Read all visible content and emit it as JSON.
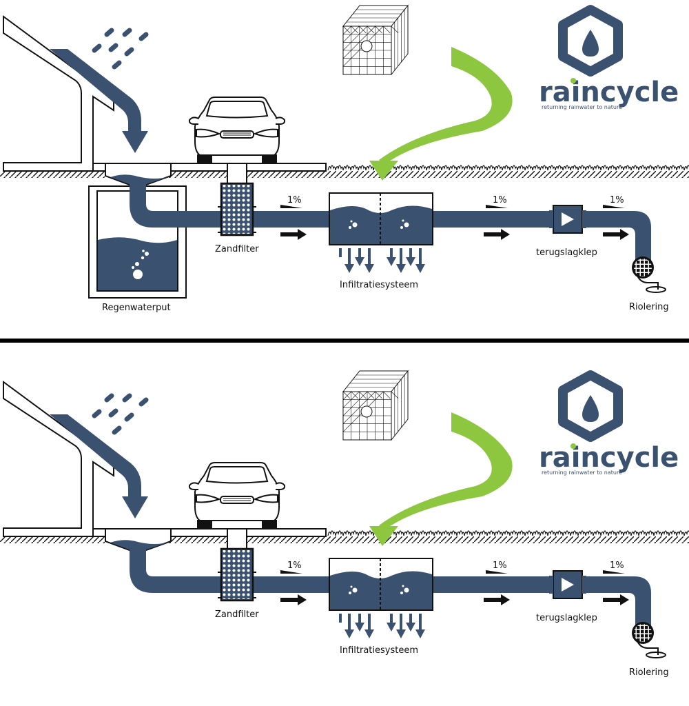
{
  "colors": {
    "water": "#3b5170",
    "accent_green": "#8dc63f",
    "outline": "#111111",
    "divider": "#000000"
  },
  "brand": {
    "name_prefix": "rai",
    "name_suffix": "ncycle",
    "tagline": "returning rainwater to nature",
    "logo_icon": "water-drop-hexagon-icon"
  },
  "panels": [
    {
      "id": "with-rainwater-tank",
      "has_tank": true,
      "labels": {
        "tank": "Regenwaterput",
        "sand_filter": "Zandfilter",
        "infiltration": "Infiltratiesysteem",
        "check_valve": "terugslagklep",
        "sewer": "Riolering"
      },
      "slopes": [
        "1%",
        "1%",
        "1%"
      ]
    },
    {
      "id": "without-rainwater-tank",
      "has_tank": false,
      "labels": {
        "tank": "",
        "sand_filter": "Zandfilter",
        "infiltration": "Infiltratiesysteem",
        "check_valve": "terugslagklep",
        "sewer": "Riolering"
      },
      "slopes": [
        "1%",
        "1%",
        "1%"
      ]
    }
  ],
  "icons": {
    "house": "house-roof-icon",
    "rain": "rain-icon",
    "car": "car-icon",
    "crate": "infiltration-crate-icon",
    "flow_arrow": "arrow-right-icon",
    "sewer": "sewer-drain-icon",
    "valve": "check-valve-icon"
  }
}
